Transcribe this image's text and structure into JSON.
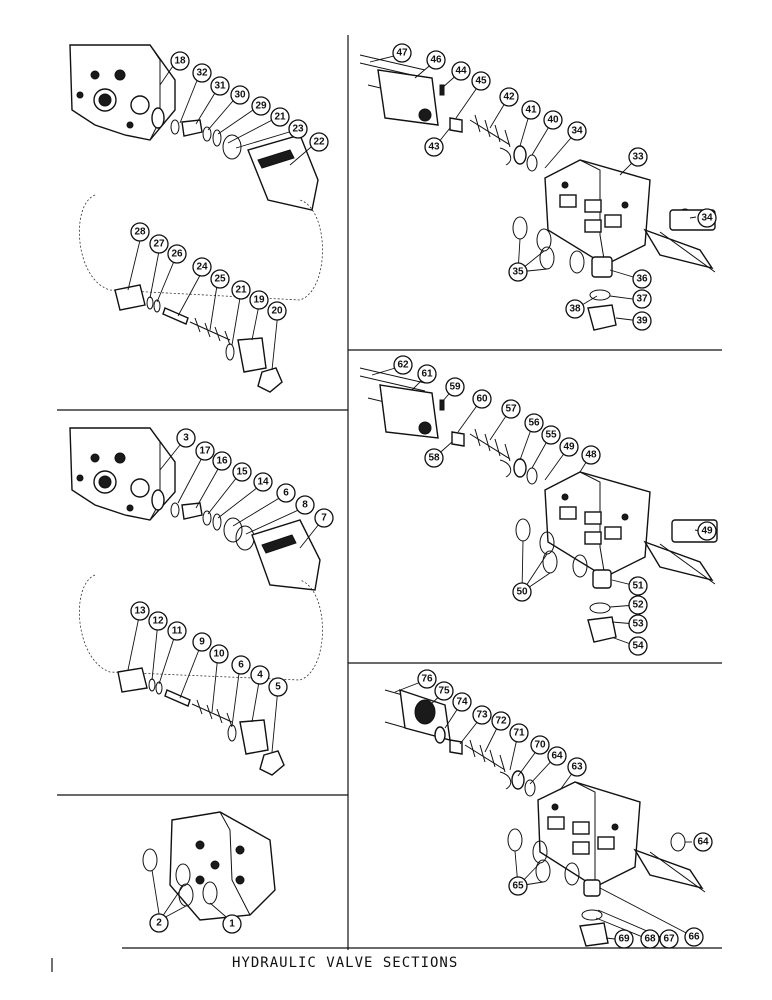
{
  "title": "HYDRAULIC VALVE SECTIONS",
  "sections": [
    {
      "id": "top-left-relief",
      "callouts": [
        "18",
        "32",
        "31",
        "30",
        "29",
        "21",
        "23",
        "22",
        "28",
        "27",
        "26",
        "24",
        "25",
        "21",
        "19",
        "20"
      ]
    },
    {
      "id": "mid-left-relief",
      "callouts": [
        "3",
        "17",
        "16",
        "15",
        "14",
        "6",
        "8",
        "7",
        "13",
        "12",
        "11",
        "9",
        "10",
        "6",
        "4",
        "5"
      ]
    },
    {
      "id": "bottom-left-inlet",
      "callouts": [
        "2",
        "1"
      ]
    },
    {
      "id": "top-right-spool",
      "callouts": [
        "47",
        "46",
        "44",
        "45",
        "42",
        "41",
        "40",
        "34",
        "43",
        "33",
        "34",
        "35",
        "36",
        "37",
        "38",
        "39"
      ]
    },
    {
      "id": "mid-right-spool",
      "callouts": [
        "62",
        "61",
        "59",
        "60",
        "57",
        "56",
        "55",
        "49",
        "58",
        "48",
        "49",
        "50",
        "51",
        "52",
        "53",
        "54"
      ]
    },
    {
      "id": "bottom-right-spool",
      "callouts": [
        "76",
        "75",
        "74",
        "73",
        "72",
        "71",
        "70",
        "64",
        "63",
        "64",
        "65",
        "66",
        "67",
        "68",
        "69"
      ]
    }
  ]
}
